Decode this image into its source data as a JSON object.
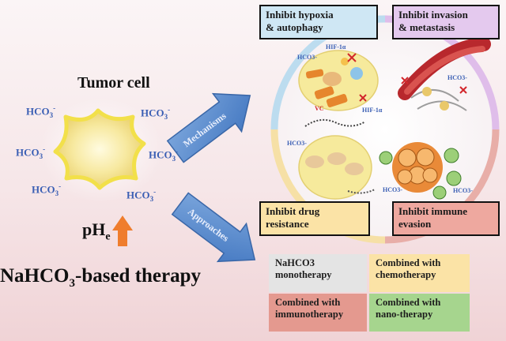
{
  "tumor_cell_label": "Tumor cell",
  "hco3_labels": [
    "HCO3-",
    "HCO3-",
    "HCO3-",
    "HCO3-",
    "HCO3-",
    "HCO3-"
  ],
  "hco3_text": {
    "base": "HCO",
    "sub": "3",
    "sup": "-"
  },
  "phe_label": {
    "base": "pH",
    "sub": "e"
  },
  "arrows": {
    "mechanisms": "Mechanisms",
    "approaches": "Approaches"
  },
  "mechanism_boxes": [
    {
      "line1": "Inhibit hypoxia",
      "line2": "& autophagy",
      "color": "#cfe7f4"
    },
    {
      "line1": "Inhibit invasion",
      "line2": "& metastasis",
      "color": "#e4c9ee"
    },
    {
      "line1": "Inhibit drug",
      "line2": "resistance",
      "color": "#fbe3a6"
    },
    {
      "line1": "Inhibit immune",
      "line2": "evasion",
      "color": "#eea89f"
    }
  ],
  "approaches": [
    {
      "line1": "NaHCO3",
      "line2": "monotherapy",
      "color": "#e6e6e6"
    },
    {
      "line1": "Combined with",
      "line2": "chemotherapy",
      "color": "#fbe3a6"
    },
    {
      "line1": "Combined with",
      "line2": "immunotherapy",
      "color": "#e4998f"
    },
    {
      "line1": "Combined with",
      "line2": "nano-therapy",
      "color": "#a6d58e"
    }
  ],
  "quadrant_labels": {
    "hif": "HIF-1α",
    "hif2": "HIF-1α",
    "vc": "VC",
    "hco3_small": "HCO3-"
  },
  "main_title": {
    "prefix": "NaHCO",
    "sub": "3",
    "suffix": "-based therapy"
  },
  "colors": {
    "arrow_blue": "#5b8fd0",
    "ring_blue": "#b9dbef",
    "ring_purple": "#dcb6ea",
    "ring_yellow": "#f7dfa0",
    "ring_red": "#e8a9a3",
    "up_arrow": "#ef7d2d",
    "cell_yellow": "#f7ec9d"
  }
}
